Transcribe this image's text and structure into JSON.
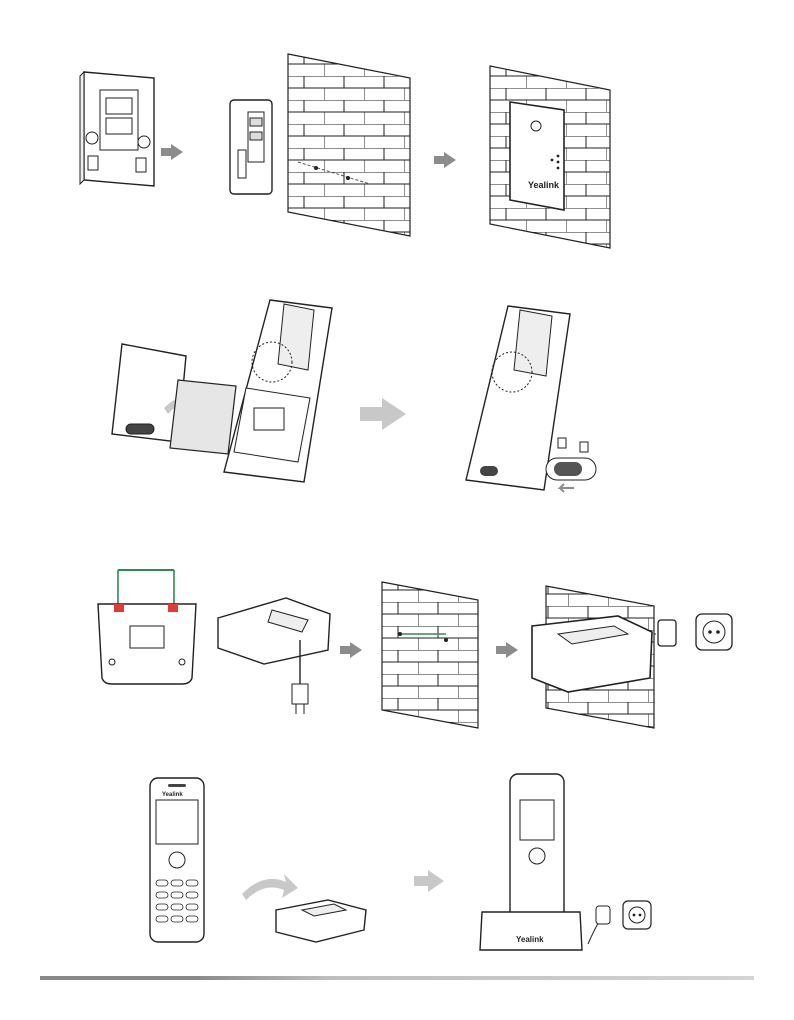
{
  "brand": {
    "logo_text": "Yealink"
  },
  "colors": {
    "line": "#222222",
    "arrow": "#8c8c8c",
    "arrow_light": "#c8c8c8",
    "bracket": "#2e8b57",
    "clip_red": "#e53935",
    "footer": "#9a9a9a"
  },
  "icons": {
    "step_arrow": "right-arrow-icon",
    "curved_arrow": "curved-arrow-icon",
    "power_outlet": "power-outlet-icon"
  },
  "steps": [
    {
      "id": "base-wall-mount"
    },
    {
      "id": "handset-battery-install"
    },
    {
      "id": "charger-wall-mount"
    },
    {
      "id": "handset-charging"
    }
  ]
}
